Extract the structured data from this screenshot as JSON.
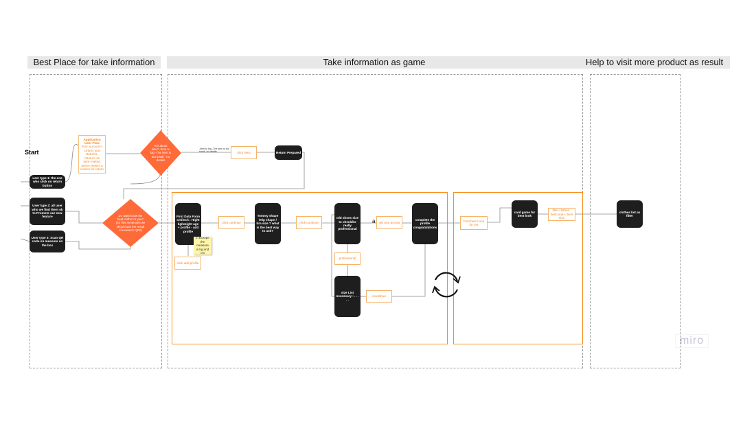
{
  "sections": [
    {
      "title": "Best Place for take information"
    },
    {
      "title": "Take information as game"
    },
    {
      "title": "Help to visit more product as result"
    }
  ],
  "start_label": "Start",
  "nodes": {
    "user_type_1": "user type 1: the one who click on return button",
    "user_type_2": "User type 2: all user who we find them ok to Promote our new feature",
    "user_type_3": "User type 3: Scan QR code on measure on the box",
    "app_user_flow_title": "Application User Flow",
    "app_user_flow_body": "Your account-> Orders and Returns->Return an Item->select Items->select a reason for return",
    "size_question": "Is it about size? -Item to big -The item is too small - no details",
    "size_branch_label": "-Item to big -The item is too small -no details",
    "click_next": "click Next",
    "return_prepared": "Return Prepared",
    "best_clothes_question": "Do want know the best cloths for you? (for this sentenses we should use the result of research QR2)",
    "first_data_form": "First Data Form cm/inch : Hight kg/weight age + profile - add profile",
    "sticky_note": "in Europe the measure is kg and cm",
    "click_add_profile": "click add profile",
    "click_continue_1": "click continue",
    "tommy_shape": "Tommy shape /Hip shape / bra size ? what is the best way to ask?",
    "click_continue_2": "click continue",
    "old_shoes": "Old shoes size to check/be really professional",
    "a_label": "a",
    "old_size_accept": "old size accept",
    "complete_profile": "complete the profile congratulations",
    "professional": "professional",
    "size_list": "size List necessary : . . . . .",
    "continue": "countinue",
    "find_best_look": "Find best Look for me",
    "card_game": "card game for best look",
    "filter_clothes": "filter clothes : best look + best size",
    "clothes_list": "clothes list as filter"
  },
  "watermark": "miro",
  "colors": {
    "accent_orange": "#ff6a39",
    "frame_orange": "#f5901e",
    "node_black": "#1e1e1e",
    "sticky": "#fff5a8"
  }
}
